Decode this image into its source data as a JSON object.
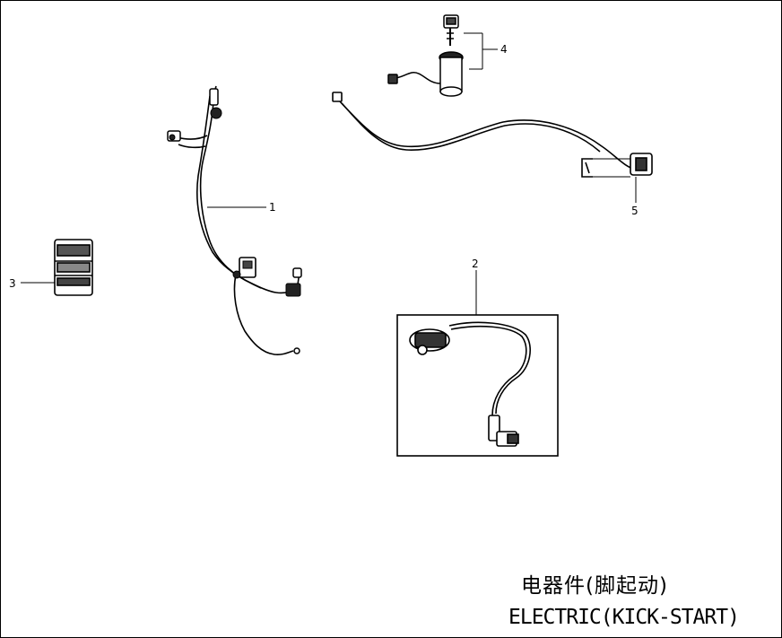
{
  "title": {
    "chinese": "电器件(脚起动)",
    "english": "ELECTRIC(KICK-START)"
  },
  "callouts": [
    "1",
    "2",
    "3",
    "4",
    "5"
  ]
}
